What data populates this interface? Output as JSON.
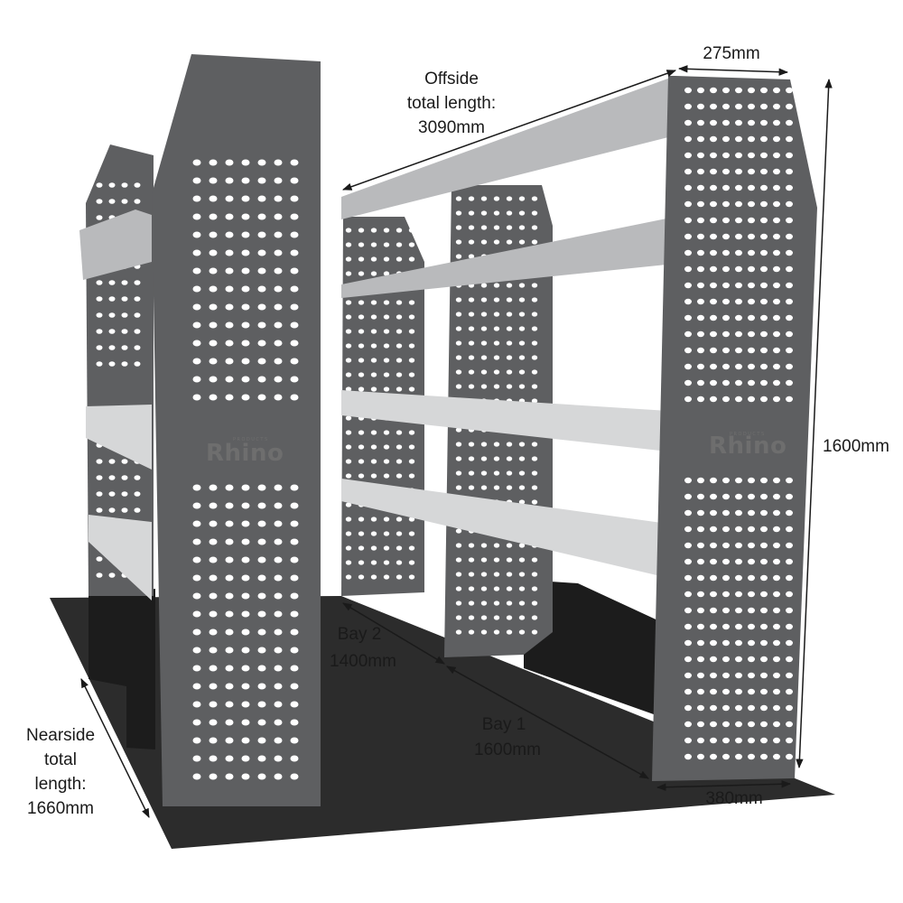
{
  "colors": {
    "panel": "#5e5f61",
    "panel_edge": "#8c8d8f",
    "shelf_top": "#b9babc",
    "shelf_front": "#d6d7d8",
    "floor": "#2c2c2c",
    "box": "#1c1c1c",
    "hole": "#ffffff",
    "dimension_line": "#1a1a1a"
  },
  "brand": {
    "small": "PRODUCTS",
    "name": "Rhino"
  },
  "dimensions": {
    "offside": {
      "line1": "Offside",
      "line2": "total length:",
      "line3": "3090mm"
    },
    "depth_top": "275mm",
    "height": "1600mm",
    "depth_bottom": "380mm",
    "bay2": {
      "name": "Bay 2",
      "length": "1400mm"
    },
    "bay1": {
      "name": "Bay 1",
      "length": "1600mm"
    },
    "nearside": {
      "line1": "Nearside",
      "line2": "total",
      "line3": "length:",
      "line4": "1660mm"
    }
  }
}
